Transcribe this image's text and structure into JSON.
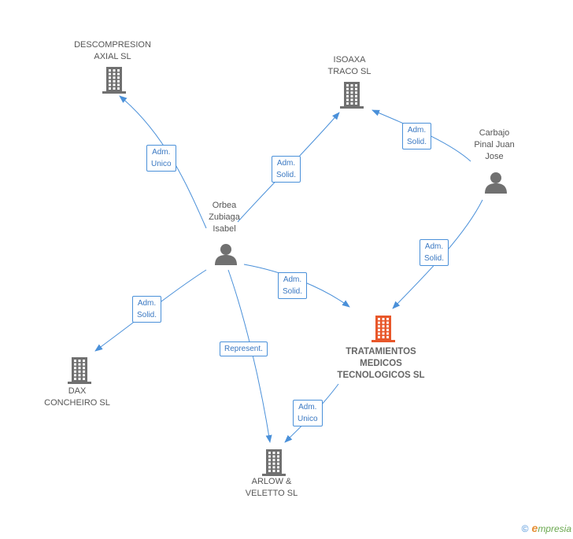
{
  "colors": {
    "edge": "#4a90d9",
    "icon_gray": "#707070",
    "icon_focal": "#e8572a",
    "text": "#555555"
  },
  "nodes": [
    {
      "id": "descompresion",
      "type": "company",
      "lines": [
        "DESCOMPRESION",
        "AXIAL SL"
      ],
      "icon": "building-icon"
    },
    {
      "id": "isoaxa",
      "type": "company",
      "lines": [
        "ISOAXA",
        "TRACO SL"
      ],
      "icon": "building-icon"
    },
    {
      "id": "carbajo",
      "type": "person",
      "lines": [
        "Carbajo",
        "Pinal Juan",
        "Jose"
      ],
      "icon": "person-icon"
    },
    {
      "id": "orbea",
      "type": "person",
      "lines": [
        "Orbea",
        "Zubiaga",
        "Isabel"
      ],
      "icon": "person-icon"
    },
    {
      "id": "tratamientos",
      "type": "company",
      "focal": true,
      "lines": [
        "TRATAMIENTOS",
        "MEDICOS",
        "TECNOLOGICOS SL"
      ],
      "icon": "building-icon"
    },
    {
      "id": "dax",
      "type": "company",
      "lines": [
        "DAX",
        "CONCHEIRO SL"
      ],
      "icon": "building-icon"
    },
    {
      "id": "arlow",
      "type": "company",
      "lines": [
        "ARLOW &",
        "VELETTO SL"
      ],
      "icon": "building-icon"
    }
  ],
  "edges": [
    {
      "from": "orbea",
      "to": "descompresion",
      "label": [
        "Adm.",
        "Unico"
      ]
    },
    {
      "from": "orbea",
      "to": "isoaxa",
      "label": [
        "Adm.",
        "Solid."
      ]
    },
    {
      "from": "carbajo",
      "to": "isoaxa",
      "label": [
        "Adm.",
        "Solid."
      ]
    },
    {
      "from": "carbajo",
      "to": "tratamientos",
      "label": [
        "Adm.",
        "Solid."
      ]
    },
    {
      "from": "orbea",
      "to": "tratamientos",
      "label": [
        "Adm.",
        "Solid."
      ]
    },
    {
      "from": "orbea",
      "to": "dax",
      "label": [
        "Adm.",
        "Solid."
      ]
    },
    {
      "from": "orbea",
      "to": "arlow",
      "label": [
        "Represent."
      ]
    },
    {
      "from": "tratamientos",
      "to": "arlow",
      "label": [
        "Adm.",
        "Unico"
      ]
    }
  ],
  "footer": {
    "copyright": "©",
    "brand_initial": "e",
    "brand_rest": "mpresia"
  }
}
